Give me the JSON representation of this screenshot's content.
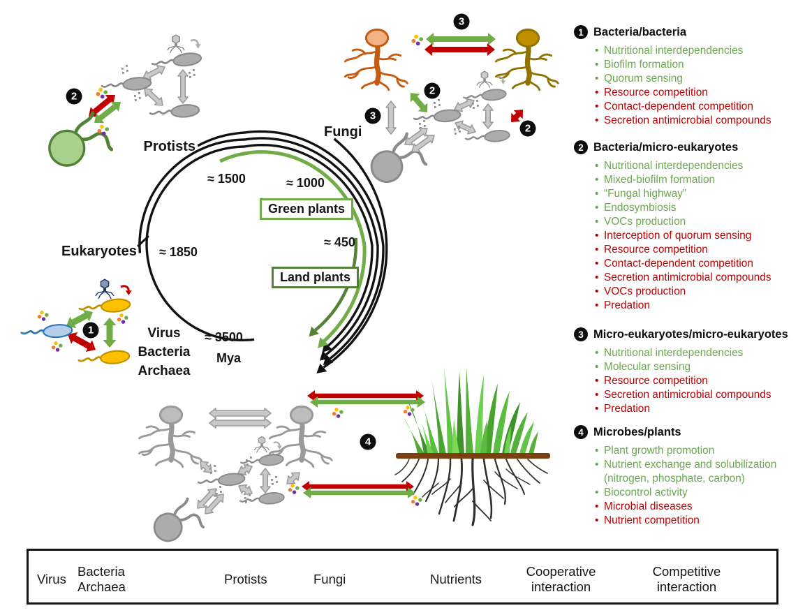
{
  "colors": {
    "cooperative": "#70AD47",
    "competitive": "#C00000",
    "green_plants_border": "#70AD47",
    "land_plants_border": "#538135"
  },
  "badges": {
    "one": "1",
    "two": "2",
    "three": "3",
    "four": "4"
  },
  "timeline": {
    "protists": "Protists",
    "fungi": "Fungi",
    "eukaryotes": "Eukaryotes",
    "origin": [
      "Virus",
      "Bacteria",
      "Archaea"
    ],
    "mya": "Mya",
    "t1500": "≈ 1500",
    "t1000": "≈ 1000",
    "t1850": "≈ 1850",
    "t450": "≈ 450",
    "t3500": "≈ 3500",
    "green_plants": "Green plants",
    "land_plants": "Land plants"
  },
  "panel": {
    "sections": [
      {
        "num": "1",
        "title": "Bacteria/bacteria",
        "items": [
          {
            "label": "Nutritional interdependencies",
            "kind": "cooperative"
          },
          {
            "label": "Biofilm formation",
            "kind": "cooperative"
          },
          {
            "label": "Quorum sensing",
            "kind": "cooperative"
          },
          {
            "label": "Resource competition",
            "kind": "competitive"
          },
          {
            "label": "Contact-dependent competition",
            "kind": "competitive"
          },
          {
            "label": "Secretion antimicrobial compounds",
            "kind": "competitive"
          }
        ]
      },
      {
        "num": "2",
        "title": "Bacteria/micro-eukaryotes",
        "items": [
          {
            "label": "Nutritional interdependencies",
            "kind": "cooperative"
          },
          {
            "label": "Mixed-biofilm formation",
            "kind": "cooperative"
          },
          {
            "label": "“Fungal highway”",
            "kind": "cooperative"
          },
          {
            "label": "Endosymbiosis",
            "kind": "cooperative"
          },
          {
            "label": "VOCs production",
            "kind": "cooperative"
          },
          {
            "label": "Interception of quorum sensing",
            "kind": "competitive"
          },
          {
            "label": "Resource competition",
            "kind": "competitive"
          },
          {
            "label": "Contact-dependent competition",
            "kind": "competitive"
          },
          {
            "label": "Secretion antimicrobial compounds",
            "kind": "competitive"
          },
          {
            "label": "VOCs production",
            "kind": "competitive"
          },
          {
            "label": "Predation",
            "kind": "competitive"
          }
        ]
      },
      {
        "num": "3",
        "title": "Micro-eukaryotes/micro-eukaryotes",
        "items": [
          {
            "label": "Nutritional interdependencies",
            "kind": "cooperative"
          },
          {
            "label": "Molecular sensing",
            "kind": "cooperative"
          },
          {
            "label": "Resource competition",
            "kind": "competitive"
          },
          {
            "label": "Secretion antimicrobial compounds",
            "kind": "competitive"
          },
          {
            "label": "Predation",
            "kind": "competitive"
          }
        ]
      },
      {
        "num": "4",
        "title": "Microbes/plants",
        "items": [
          {
            "label": "Plant growth promotion",
            "kind": "cooperative"
          },
          {
            "label": "Nutrient exchange and solubilization (nitrogen, phosphate, carbon)",
            "kind": "cooperative"
          },
          {
            "label": "Biocontrol activity",
            "kind": "cooperative"
          },
          {
            "label": "Microbial diseases",
            "kind": "competitive"
          },
          {
            "label": "Nutrient competition",
            "kind": "competitive"
          }
        ]
      }
    ]
  },
  "legend": {
    "items": [
      {
        "label_lines": [
          "Virus"
        ],
        "icon": "virus-icon"
      },
      {
        "label_lines": [
          "Bacteria",
          "Archaea"
        ],
        "icon": "bacteria-icon"
      },
      {
        "label_lines": [
          "Protists"
        ],
        "icon": "protist-icon"
      },
      {
        "label_lines": [
          "Fungi"
        ],
        "icon": "fungus-icon"
      },
      {
        "label_lines": [
          "Nutrients"
        ],
        "icon": "nutrients-icon"
      },
      {
        "label_lines": [
          "Cooperative",
          "interaction"
        ],
        "icon": "cooperative-arrow-icon"
      },
      {
        "label_lines": [
          "Competitive",
          "interaction"
        ],
        "icon": "competitive-arrow-icon"
      }
    ]
  }
}
